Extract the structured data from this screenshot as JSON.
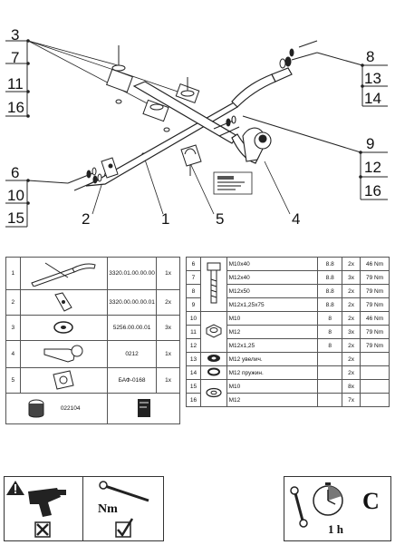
{
  "callouts": {
    "c3": "3",
    "c7": "7",
    "c11": "11",
    "c16a": "16",
    "c6": "6",
    "c10": "10",
    "c15": "15",
    "c2": "2",
    "c1": "1",
    "c5": "5",
    "c4": "4",
    "c8": "8",
    "c13": "13",
    "c14": "14",
    "c9": "9",
    "c12": "12",
    "c16b": "16"
  },
  "parts": [
    {
      "num": "1",
      "code": "3320.01.00.00.00",
      "qty": "1x",
      "icon": "crossbar-icon"
    },
    {
      "num": "2",
      "code": "3320.00.00.00.01",
      "qty": "2x",
      "icon": "bracket-icon"
    },
    {
      "num": "3",
      "code": "5256.00.00.01",
      "qty": "3x",
      "icon": "washer-icon"
    },
    {
      "num": "4",
      "code": "0212",
      "qty": "1x",
      "icon": "towball-icon"
    },
    {
      "num": "5",
      "code": "БАФ-0168",
      "qty": "1x",
      "icon": "socket-plate-icon"
    }
  ],
  "extra": {
    "code": "022104"
  },
  "fasteners": [
    {
      "num": "6",
      "desc": "M10x40",
      "grade": "8.8",
      "qty": "2x",
      "torque": "46 Nm"
    },
    {
      "num": "7",
      "desc": "M12x40",
      "grade": "8.8",
      "qty": "3x",
      "torque": "79 Nm"
    },
    {
      "num": "8",
      "desc": "M12x50",
      "grade": "8.8",
      "qty": "2x",
      "torque": "79 Nm"
    },
    {
      "num": "9",
      "desc": "M12x1,25x75",
      "grade": "8.8",
      "qty": "2x",
      "torque": "79 Nm"
    },
    {
      "num": "10",
      "desc": "M10",
      "grade": "8",
      "qty": "2x",
      "torque": "46 Nm"
    },
    {
      "num": "11",
      "desc": "M12",
      "grade": "8",
      "qty": "3x",
      "torque": "79 Nm"
    },
    {
      "num": "12",
      "desc": "M12x1,25",
      "grade": "8",
      "qty": "2x",
      "torque": "79 Nm"
    },
    {
      "num": "13",
      "desc": "M12 увелич.",
      "grade": "",
      "qty": "2x",
      "torque": ""
    },
    {
      "num": "14",
      "desc": "M12 пружин.",
      "grade": "",
      "qty": "2x",
      "torque": ""
    },
    {
      "num": "15",
      "desc": "M10",
      "grade": "",
      "qty": "8x",
      "torque": ""
    },
    {
      "num": "16",
      "desc": "M12",
      "grade": "",
      "qty": "7x",
      "torque": ""
    }
  ],
  "footer": {
    "nm_label": "Nm",
    "time_label": "1 h",
    "difficulty_label": "C"
  }
}
